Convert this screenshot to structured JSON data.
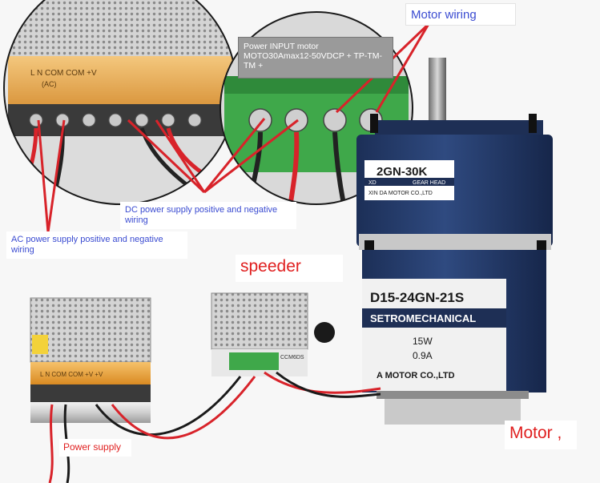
{
  "labels": {
    "motor_wiring": "Motor wiring",
    "power_input": "Power INPUT motor MOTO30Amax12-50VDCP + TP-TM-TM +",
    "dc_wiring": "DC power supply positive and negative wiring",
    "ac_wiring": "AC power supply positive and negative wiring",
    "speeder": "speeder",
    "power_supply": "Power supply",
    "motor": "Motor ,"
  },
  "product_text": {
    "gearhead_model": "2GN-30K",
    "gearhead_brand": "XD",
    "gearhead_type": "GEAR HEAD",
    "gearhead_maker": "XIN DA MOTOR CO.,LTD",
    "motor_model": "D15-24GN-21S",
    "motor_line": "SETROMECHANICAL",
    "motor_power": "15W",
    "motor_current": "0.9A",
    "motor_maker": "A MOTOR CO.,LTD",
    "psu_terminal_top": "L N   COM COM +V",
    "psu_ac_mark": "(AC)",
    "psu_terminal_bottom": "L N   COM COM +V +V",
    "speeder_label": "CCM6DS"
  },
  "colors": {
    "wire_red": "#d8232a",
    "label_blue": "#3a4bd1",
    "label_red": "#e02020",
    "motor_blue": "#243a66",
    "terminal_green": "#3fa84a",
    "amber_cover": "#e9a13a",
    "callout_gray": "#9a9a9a"
  }
}
